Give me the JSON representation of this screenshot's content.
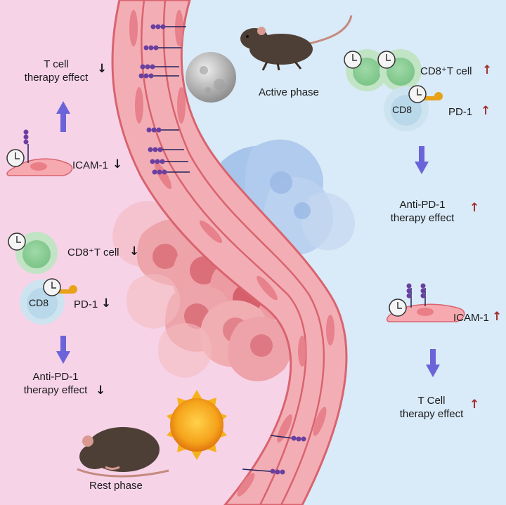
{
  "colors": {
    "rest_background": "#f7d3e8",
    "active_background": "#d9eaf8",
    "vessel": "#ef9aa3",
    "down_arrow": "#1a1a1a",
    "up_arrow": "#a32d2d",
    "flow_arrow": "#6b63d9"
  },
  "rest": {
    "t_cell_effect": "T cell\ntherapy effect",
    "icam1": "ICAM-1",
    "cd8_t_cell": "CD8⁺T cell",
    "cd8": "CD8",
    "pd1": "PD-1",
    "anti_pd1_effect": "Anti-PD-1\ntherapy effect",
    "phase": "Rest phase",
    "trend": "↓"
  },
  "active": {
    "phase": "Active phase",
    "cd8_t_cell": "CD8⁺T cell",
    "cd8": "CD8",
    "pd1": "PD-1",
    "anti_pd1_effect": "Anti-PD-1\ntherapy effect",
    "icam1": "ICAM-1",
    "t_cell_effect": "T Cell\ntherapy effect",
    "trend": "↑"
  },
  "icons": [
    "mouse-running-icon",
    "moon-icon",
    "sun-icon",
    "mouse-sleeping-icon",
    "clock-icon",
    "t-cell-icon",
    "endothelial-cell-icon",
    "tumor-cells-icon",
    "pd1-receptor-icon"
  ]
}
